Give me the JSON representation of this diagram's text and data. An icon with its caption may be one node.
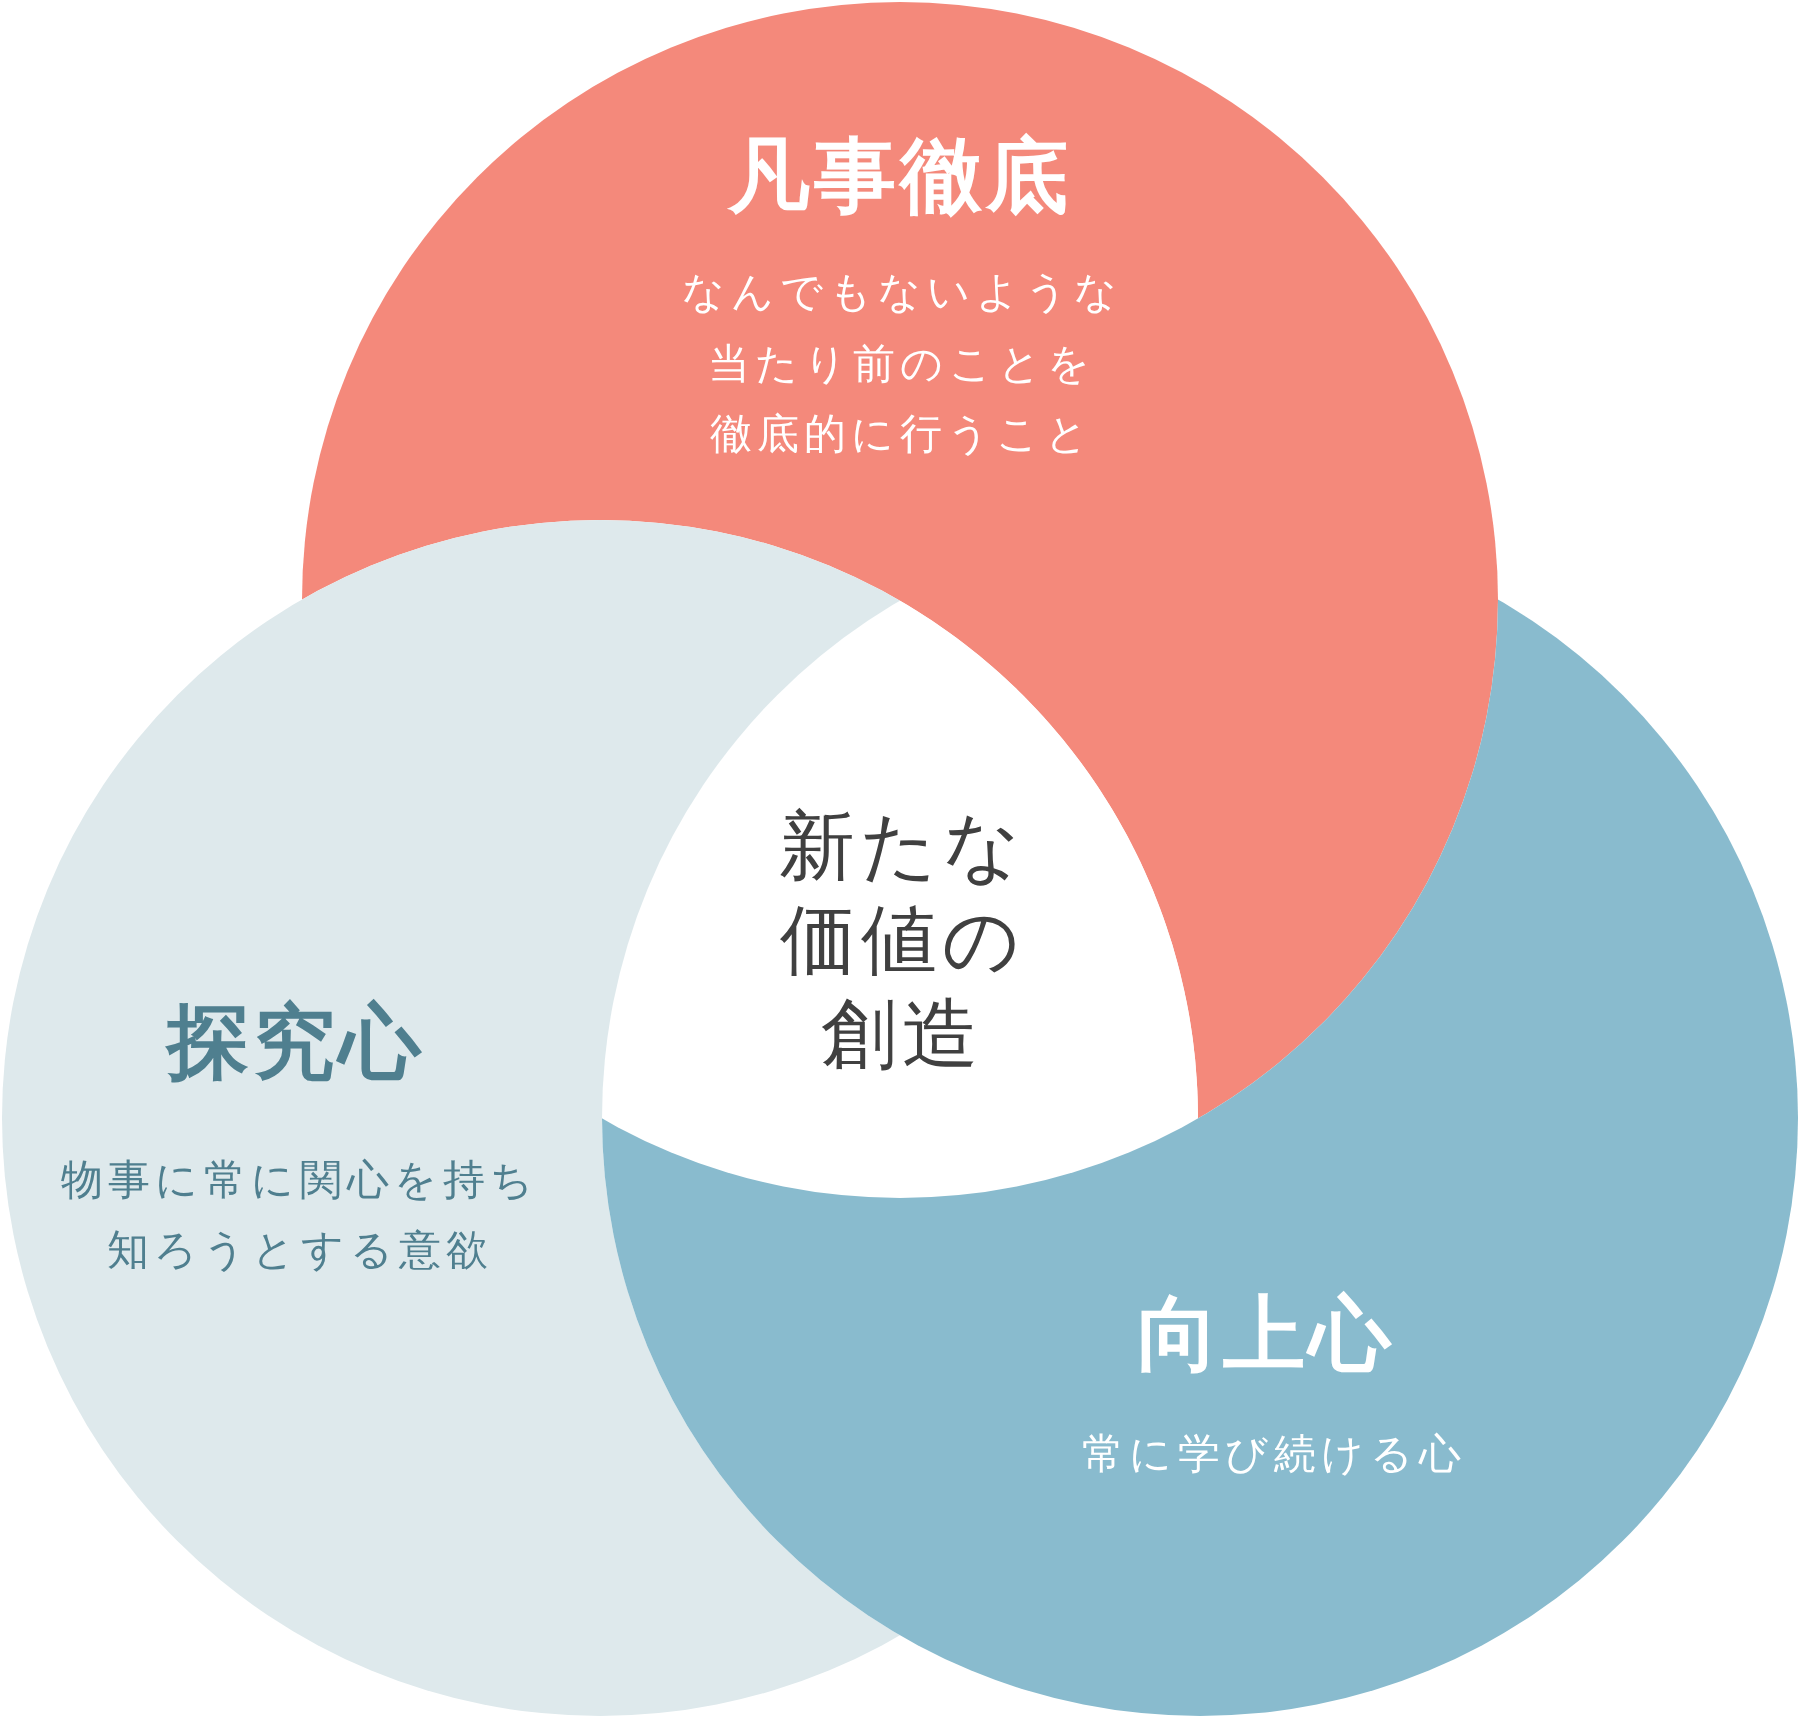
{
  "diagram": {
    "nodes": [
      {
        "text": [
          "凡事徹底",
          "なんでもないような当たり前のことを徹底的に行うこと"
        ]
      },
      {
        "text": [
          "新たな価値の創造"
        ]
      },
      {
        "text": [
          "探究心",
          "物事に常に関心を持ち知ろうとする意欲"
        ]
      },
      {
        "text": [
          "向上心",
          "常に学び続ける心"
        ]
      }
    ]
  }
}
